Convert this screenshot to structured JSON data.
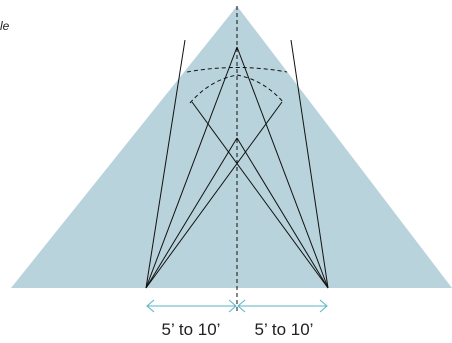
{
  "caption_fragment": "le",
  "dimensions": {
    "left_label": "5’ to 10’",
    "right_label": "5’ to 10’"
  },
  "colors": {
    "triangle_fill": "#b8d3db",
    "line": "#111111",
    "arrow": "#5ab4c4"
  }
}
